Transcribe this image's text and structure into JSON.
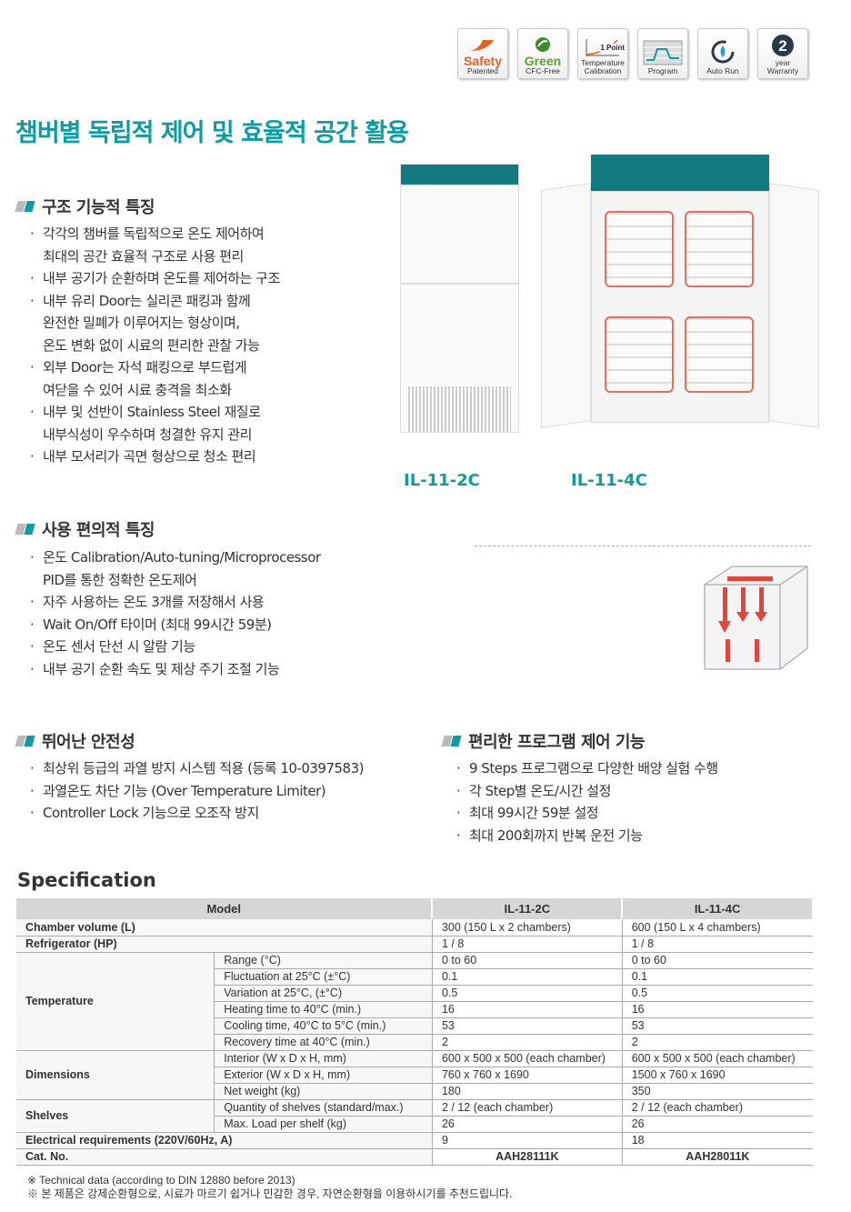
{
  "badges": [
    {
      "title": "Safety",
      "sub": "Patented",
      "color": "#e8601c",
      "icon": "safety-icon"
    },
    {
      "title": "Green",
      "sub": "CFC-Free",
      "color": "#5aa12e",
      "icon": "leaf-icon"
    },
    {
      "title": "1 Point",
      "sub": "Temperature Calibration",
      "color": "#333333",
      "icon": "calibration-curve-icon"
    },
    {
      "title": "",
      "sub": "Program",
      "color": "#333333",
      "icon": "program-graph-icon"
    },
    {
      "title": "",
      "sub": "Auto Run",
      "color": "#333333",
      "icon": "auto-run-icon"
    },
    {
      "title": "2",
      "sub": "year Warranty",
      "color": "#333333",
      "icon": "warranty-icon"
    }
  ],
  "headline": "챔버별 독립적 제어 및 효율적 공간 활용",
  "sections": {
    "structure": {
      "title": "구조 기능적 특징",
      "items": [
        "각각의 챔버를 독립적으로 온도 제어하여\n최대의 공간 효율적 구조로 사용 편리",
        "내부 공기가 순환하며 온도를 제어하는 구조",
        "내부 유리 Door는 실리콘 패킹과 함께\n완전한 밀폐가 이루어지는 형상이며,\n온도 변화 없이 시료의 편리한 관찰 가능",
        "외부 Door는 자석 패킹으로 부드럽게\n여닫을 수 있어 시료 충격을 최소화",
        "내부 및 선반이 Stainless Steel 재질로\n내부식성이 우수하며 청결한 유지 관리",
        "내부 모서리가 곡면 형상으로 청소 편리"
      ]
    },
    "convenience": {
      "title": "사용 편의적 특징",
      "items": [
        "온도 Calibration/Auto-tuning/Microprocessor\nPID를 통한 정확한 온도제어",
        "자주 사용하는 온도 3개를 저장해서 사용",
        "Wait On/Off 타이머 (최대 99시간 59분)",
        "온도 센서 단선 시 알람 기능",
        "내부 공기 순환 속도 및 제상 주기 조절 기능"
      ]
    },
    "safety": {
      "title": "뛰어난 안전성",
      "items": [
        "최상위 등급의 과열 방지 시스템 적용 (등록 10-0397583)",
        "과열온도 차단 기능 (Over Temperature Limiter)",
        "Controller Lock 기능으로 오조작 방지"
      ]
    },
    "program": {
      "title": "편리한 프로그램 제어 기능",
      "items": [
        "9 Steps 프로그램으로 다양한 배양 실험 수행",
        "각 Step별 온도/시간 설정",
        "최대 99시간 59분 설정",
        "최대 200회까지 반복 운전 기능"
      ]
    }
  },
  "models": [
    "IL-11-2C",
    "IL-11-4C"
  ],
  "spec": {
    "title": "Specification",
    "header": [
      "Model",
      "IL-11-2C",
      "IL-11-4C"
    ],
    "rows": [
      {
        "group": "Chamber volume (L)",
        "sub": "",
        "v": [
          "300 (150 L x 2 chambers)",
          "600 (150 L x 4 chambers)"
        ]
      },
      {
        "group": "Refrigerator (HP)",
        "sub": "",
        "v": [
          "1 / 8",
          "1 / 8"
        ]
      },
      {
        "group": "Temperature",
        "span": 6,
        "sub": "Range (°C)",
        "v": [
          "0 to 60",
          "0 to 60"
        ]
      },
      {
        "sub": "Fluctuation at 25°C (±°C)",
        "v": [
          "0.1",
          "0.1"
        ]
      },
      {
        "sub": "Variation at 25°C, (±°C)",
        "v": [
          "0.5",
          "0.5"
        ]
      },
      {
        "sub": "Heating time to 40°C (min.)",
        "v": [
          "16",
          "16"
        ]
      },
      {
        "sub": "Cooling time, 40°C to 5°C (min.)",
        "v": [
          "53",
          "53"
        ]
      },
      {
        "sub": "Recovery time at 40°C (min.)",
        "v": [
          "2",
          "2"
        ]
      },
      {
        "group": "Dimensions",
        "span": 3,
        "sub": "Interior (W x D x H, mm)",
        "v": [
          "600 x 500 x 500 (each chamber)",
          "600  x 500 x 500 (each chamber)"
        ]
      },
      {
        "sub": "Exterior (W x D x H, mm)",
        "v": [
          "760 x 760 x 1690",
          "1500 x 760 x 1690"
        ]
      },
      {
        "sub": "Net weight (kg)",
        "v": [
          "180",
          "350"
        ]
      },
      {
        "group": "Shelves",
        "span": 2,
        "sub": "Quantity of shelves (standard/max.)",
        "v": [
          "2 / 12 (each chamber)",
          "2 / 12 (each chamber)"
        ]
      },
      {
        "sub": "Max. Load per shelf (kg)",
        "v": [
          "26",
          "26"
        ]
      },
      {
        "group": "Electrical requirements (220V/60Hz, A)",
        "sub": "",
        "v": [
          "9",
          "18"
        ]
      },
      {
        "group": "Cat. No.",
        "sub": "",
        "cat": true,
        "v": [
          "AAH28111K",
          "AAH28011K"
        ]
      }
    ]
  },
  "notes": [
    "※ Technical data (according to DIN 12880 before 2013)",
    "※ 본 제품은 강제순환형으로, 시료가 마르기 쉽거나 민감한 경우, 자연순환형을 이용하시기를 추천드립니다."
  ],
  "colors": {
    "accent": "#0e9ca2",
    "header_bg": "#d6d6d6"
  }
}
